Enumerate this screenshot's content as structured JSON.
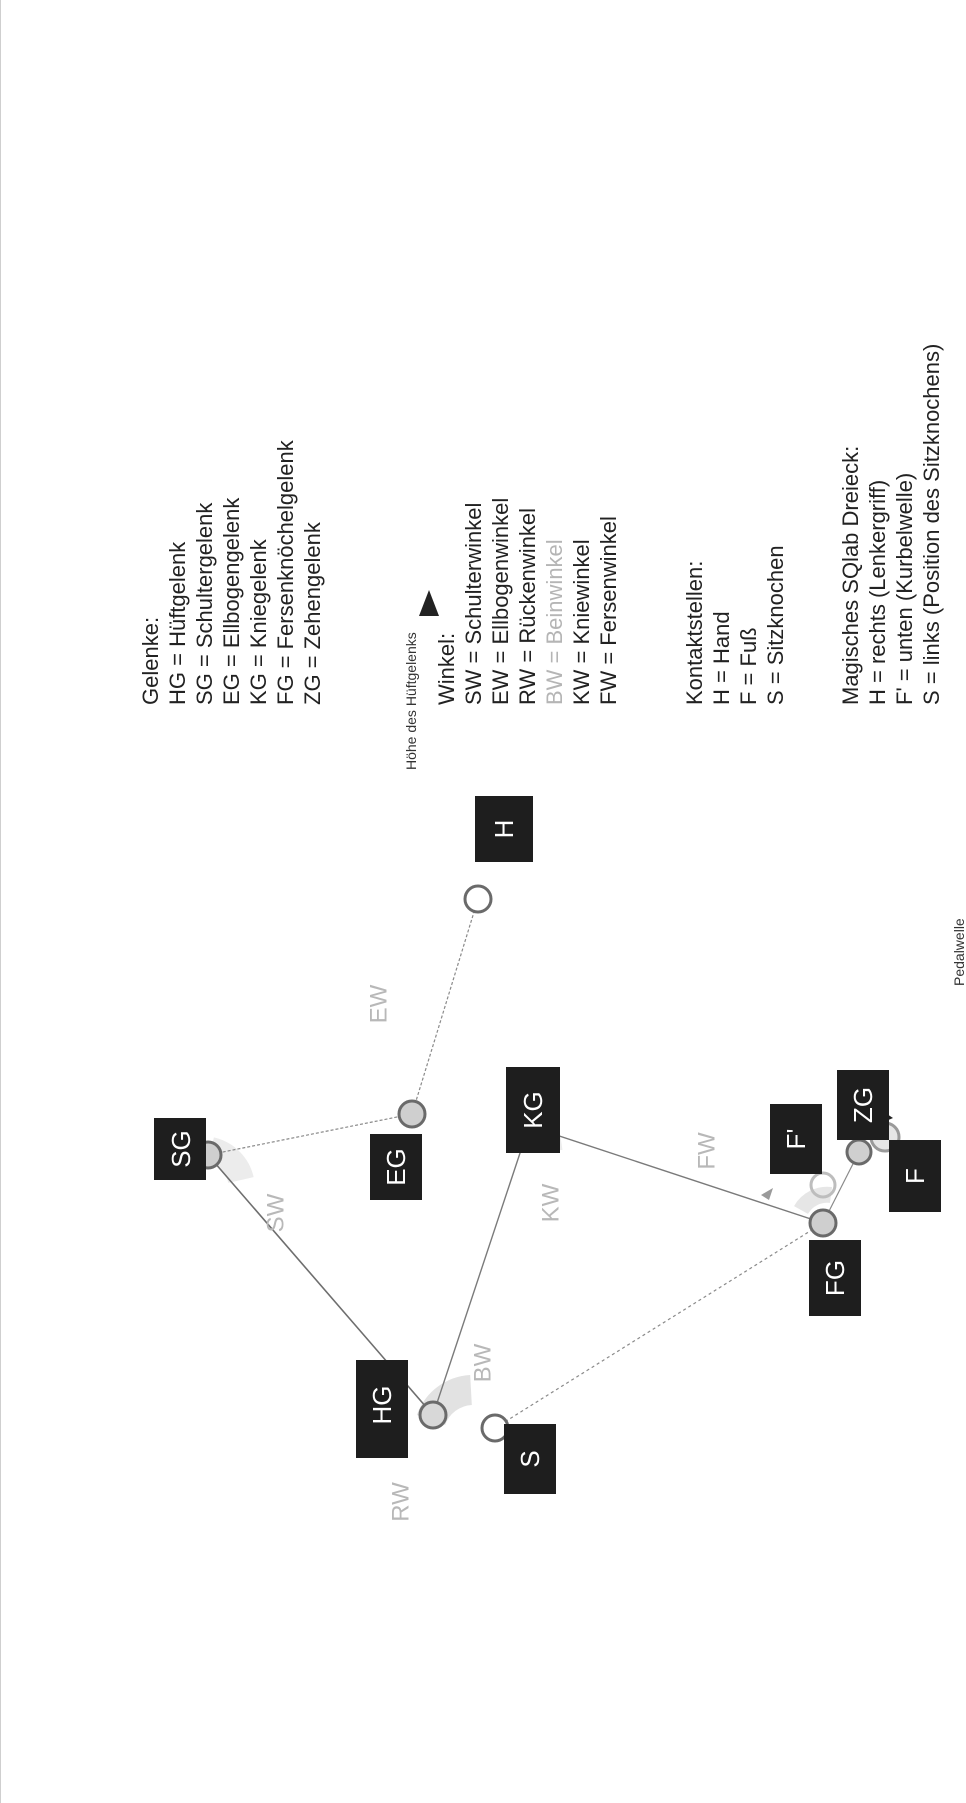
{
  "joint_labels": {
    "SG": "SG",
    "EG": "EG",
    "HG": "HG",
    "KG": "KG",
    "FG": "FG",
    "ZG": "ZG",
    "S": "S",
    "H": "H",
    "F_prime": "F'",
    "F": "F"
  },
  "angle_labels": {
    "SW": "SW",
    "EW": "EW",
    "RW": "RW",
    "BW": "BW",
    "KW": "KW",
    "FW": "FW"
  },
  "notes": {
    "hip_height": "Höhe des Hüftgelenks",
    "pedal_axis": "Pedalwelle"
  },
  "legend": {
    "joints": {
      "title": "Gelenke:",
      "items": [
        "HG = Hüftgelenk",
        "SG = Schultergelenk",
        "EG = Ellbogengelenk",
        "KG = Kniegelenk",
        "FG = Fersenknöchelgelenk",
        "ZG = Zehengelenk"
      ]
    },
    "angles": {
      "title": "Winkel:",
      "items": [
        "SW = Schulterwinkel",
        "EW = Ellbogenwinkel",
        "RW = Rückenwinkel",
        "BW = Beinwinkel",
        "KW = Kniewinkel",
        "FW = Fersenwinkel"
      ]
    },
    "contacts": {
      "title": "Kontaktstellen:",
      "items": [
        "H = Hand",
        "F = Fuß",
        "S = Sitzknochen"
      ]
    },
    "triangle": {
      "title": "Magisches SQlab Dreieck:",
      "items": [
        "H = rechts (Lenkergriff)",
        "F' = unten (Kurbelwelle)",
        "S = links (Position des Sitzknochens)"
      ]
    }
  },
  "colors": {
    "label_box": "#1e1e1e",
    "angle_label": "#b8b8b8",
    "line": "#7a7a7a",
    "joint_ring": "#6a6a6a"
  }
}
